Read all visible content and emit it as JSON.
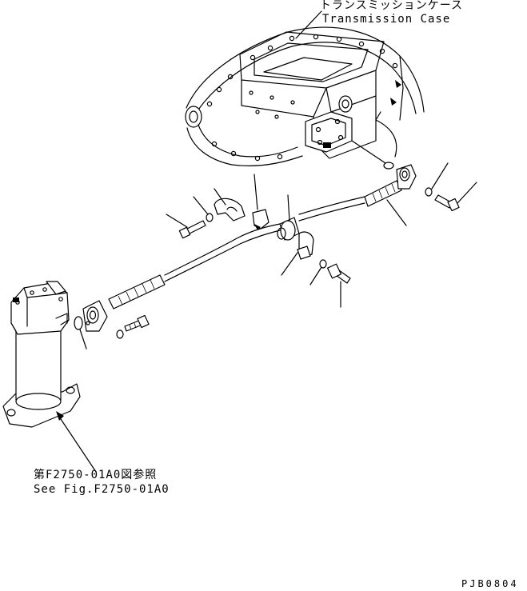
{
  "labels": {
    "transmission_case_jp": "トランスミッションケース",
    "transmission_case_en": "Transmission Case",
    "see_fig_jp": "第F2750-01A0図参照",
    "see_fig_en": "See Fig.F2750-01A0",
    "drawing_code": "PJB0804"
  }
}
